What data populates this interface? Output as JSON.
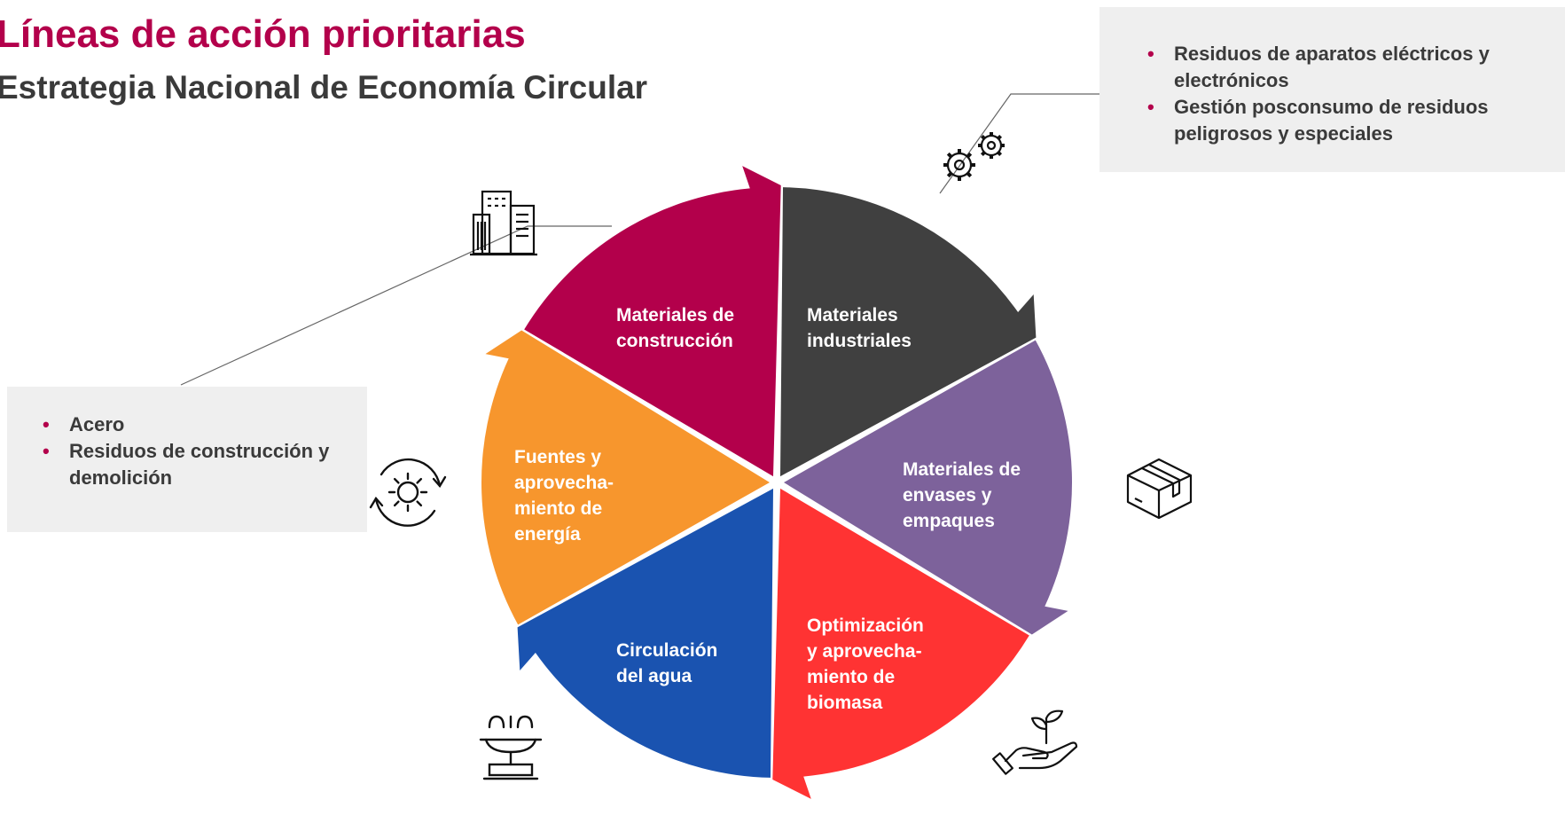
{
  "title": "Líneas de acción prioritarias",
  "subtitle": "Estrategia Nacional de Economía Circular",
  "callout_right": {
    "items": [
      "Residuos de aparatos eléctricos y electrónicos",
      "Gestión posconsumo de residuos peligrosos y especiales"
    ]
  },
  "callout_left": {
    "items": [
      "Acero",
      "Residuos de construcción y demolición"
    ]
  },
  "segments": [
    {
      "lines": [
        "Materiales de",
        "construcción"
      ],
      "color": "#b3004b",
      "icon": "building-icon"
    },
    {
      "lines": [
        "Materiales",
        "industriales"
      ],
      "color": "#404040",
      "icon": "gears-icon"
    },
    {
      "lines": [
        "Materiales de",
        "envases y",
        "empaques"
      ],
      "color": "#7d629b",
      "icon": "box-icon"
    },
    {
      "lines": [
        "Optimización",
        "y aprovecha-",
        "miento de",
        "biomasa"
      ],
      "color": "#ff3333",
      "icon": "hand-plant-icon"
    },
    {
      "lines": [
        "Circulación",
        "del agua"
      ],
      "color": "#1a53b0",
      "icon": "water-fountain-icon"
    },
    {
      "lines": [
        "Fuentes y",
        "aprovecha-",
        "miento de",
        "energía"
      ],
      "color": "#f7962d",
      "icon": "renewable-energy-icon"
    }
  ]
}
